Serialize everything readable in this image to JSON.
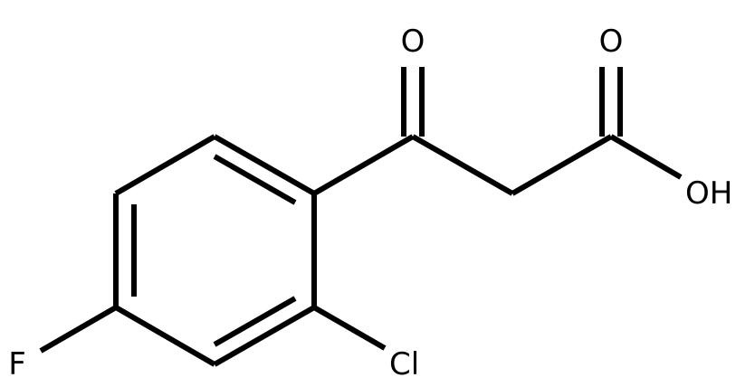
{
  "molecule": {
    "atoms": {
      "ketone_oxygen": "O",
      "acid_carbonyl_oxygen": "O",
      "hydroxyl": "OH",
      "fluorine": "F",
      "chlorine": "Cl"
    }
  },
  "colors": {
    "bond": "#000000",
    "text": "#000000",
    "background": "#ffffff"
  }
}
